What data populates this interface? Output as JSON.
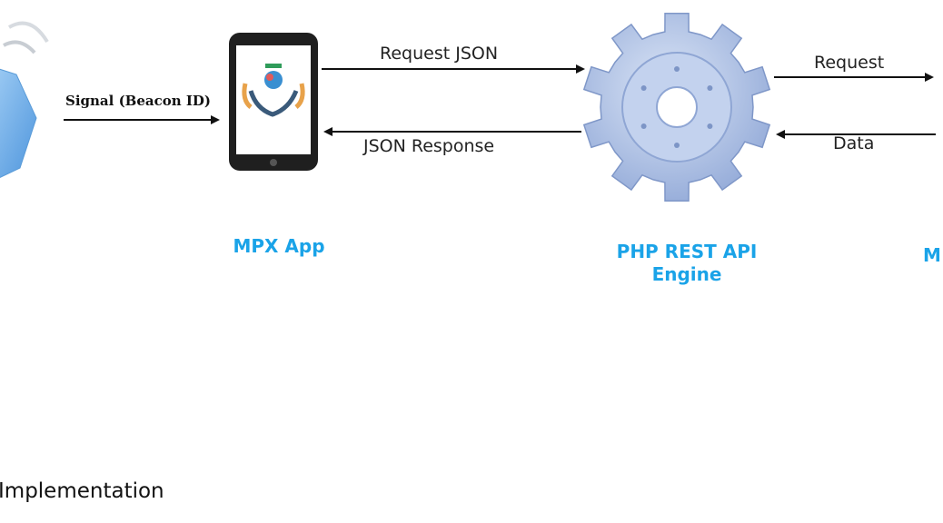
{
  "diagram": {
    "edges": {
      "signal": "Signal (Beacon ID)",
      "request_json": "Request  JSON",
      "json_response": "JSON Response",
      "request": "Request",
      "data": "Data"
    },
    "nodes": {
      "app": "MPX App",
      "engine_line1": "PHP REST API",
      "engine_line2": "Engine",
      "right_partial": "M"
    },
    "caption": "Implementation",
    "colors": {
      "node_label": "#1aa3e8",
      "beacon": "#6fb1ea",
      "gear": "#a9bde3",
      "arrow": "#111111"
    }
  }
}
